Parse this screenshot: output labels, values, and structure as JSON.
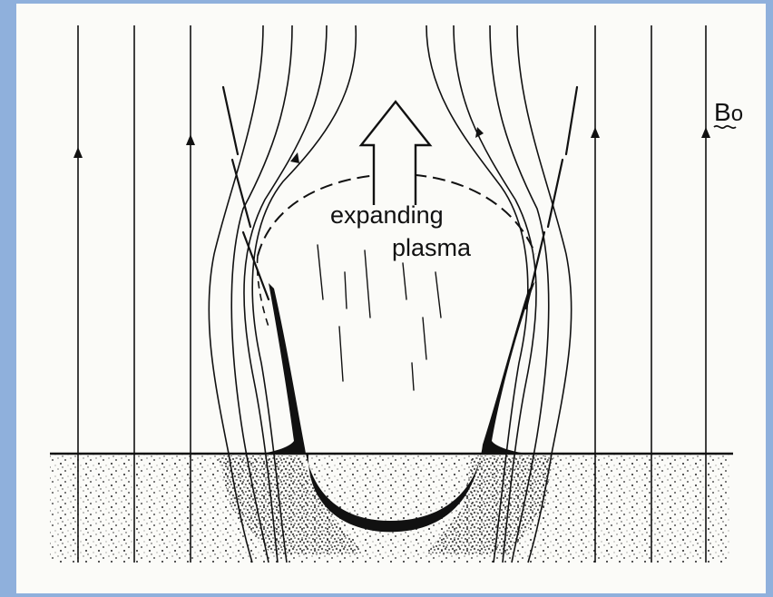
{
  "diagram": {
    "labels": {
      "field": "B",
      "field_subscript": "o",
      "plasma_line1": "expanding",
      "plasma_line2": "plasma"
    },
    "colors": {
      "background": "#8fb0dc",
      "paper": "#fbfbf8",
      "ink": "#111111"
    }
  }
}
